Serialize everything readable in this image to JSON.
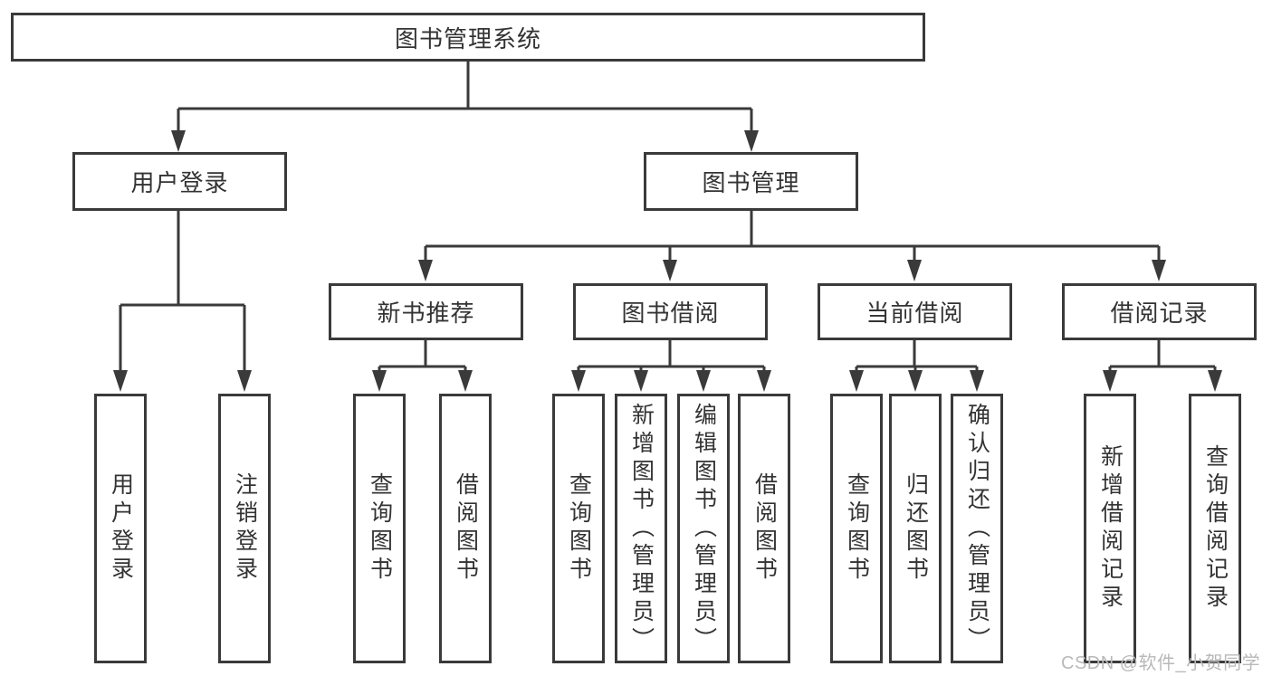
{
  "diagram": {
    "root": {
      "label": "图书管理系统"
    },
    "branches": [
      {
        "label": "用户登录",
        "children": [
          {
            "label": "用户登录"
          },
          {
            "label": "注销登录"
          }
        ]
      },
      {
        "label": "图书管理",
        "children": [
          {
            "label": "新书推荐",
            "children": [
              {
                "label": "查询图书"
              },
              {
                "label": "借阅图书"
              }
            ]
          },
          {
            "label": "图书借阅",
            "children": [
              {
                "label": "查询图书"
              },
              {
                "label": "新增图书（管理员）"
              },
              {
                "label": "编辑图书（管理员）"
              },
              {
                "label": "借阅图书"
              }
            ]
          },
          {
            "label": "当前借阅",
            "children": [
              {
                "label": "查询图书"
              },
              {
                "label": "归还图书"
              },
              {
                "label": "确认归还（管理员）"
              }
            ]
          },
          {
            "label": "借阅记录",
            "children": [
              {
                "label": "新增借阅记录"
              },
              {
                "label": "查询借阅记录"
              }
            ]
          }
        ]
      }
    ]
  },
  "watermark": {
    "text": "CSDN @软件_小贺同学"
  },
  "colors": {
    "line": "#3a3a3a",
    "text": "#333333",
    "watermark": "#b9b9b9",
    "background": "#ffffff",
    "box_fill": "#ffffff"
  }
}
